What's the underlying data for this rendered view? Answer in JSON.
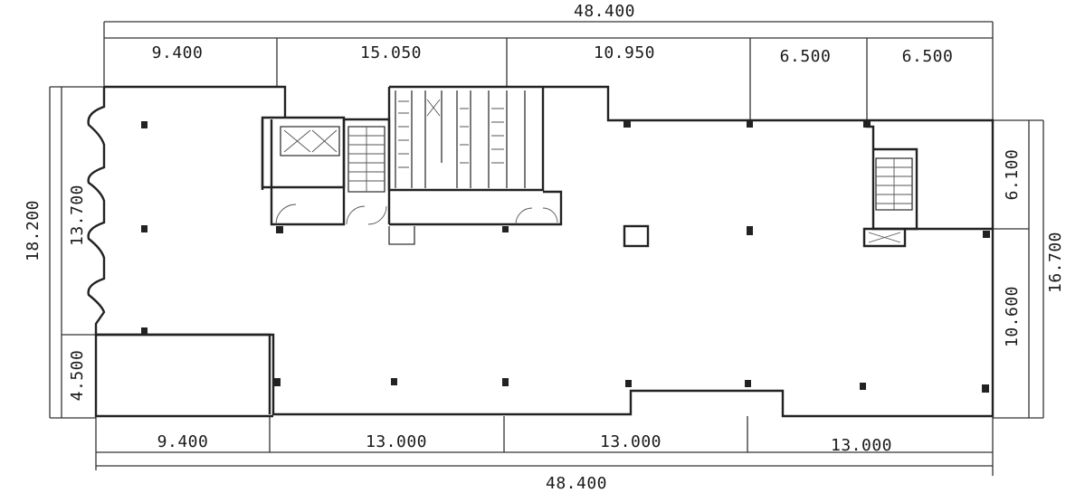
{
  "dimensions": {
    "top_total": "48.400",
    "bottom_total": "48.400",
    "top_segments": [
      "9.400",
      "15.050",
      "10.950",
      "6.500",
      "6.500"
    ],
    "bottom_segments": [
      "9.400",
      "13.000",
      "13.000",
      "13.000"
    ],
    "left_outer": "18.200",
    "left_inner": "13.700",
    "left_lower": "4.500",
    "right_upper": "6.100",
    "right_lower": "10.600",
    "right_outer": "16.700"
  },
  "colors": {
    "line": "#222222",
    "background": "#ffffff"
  }
}
